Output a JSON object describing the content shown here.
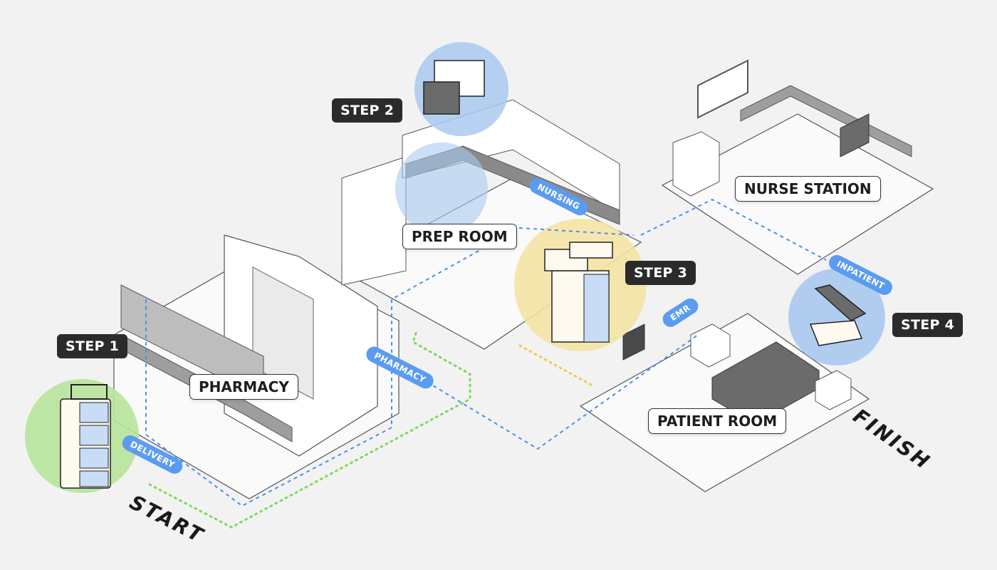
{
  "title": "Medication delivery workflow",
  "steps": [
    {
      "label": "STEP 1"
    },
    {
      "label": "STEP 2"
    },
    {
      "label": "STEP 3"
    },
    {
      "label": "STEP 4"
    }
  ],
  "rooms": [
    {
      "label": "PHARMACY"
    },
    {
      "label": "PREP ROOM"
    },
    {
      "label": "NURSE STATION"
    },
    {
      "label": "PATIENT ROOM"
    }
  ],
  "tags": [
    {
      "label": "DELIVERY"
    },
    {
      "label": "PHARMACY"
    },
    {
      "label": "NURSING"
    },
    {
      "label": "EMR"
    },
    {
      "label": "INPATIENT"
    }
  ],
  "start_label": "START",
  "finish_label": "FINISH",
  "colors": {
    "background": "#f2f2f2",
    "step1_circle": "#b7e39a",
    "step2_circle": "#a9c9f0",
    "step3_circle": "#f4e3a4",
    "step4_circle": "#a9c9f0",
    "tag_blue": "#5b9bf0",
    "path_blue": "#4a8fe8",
    "path_green": "#7ed957",
    "path_yellow": "#f2c94c",
    "badge_dark": "#2b2b2b"
  }
}
